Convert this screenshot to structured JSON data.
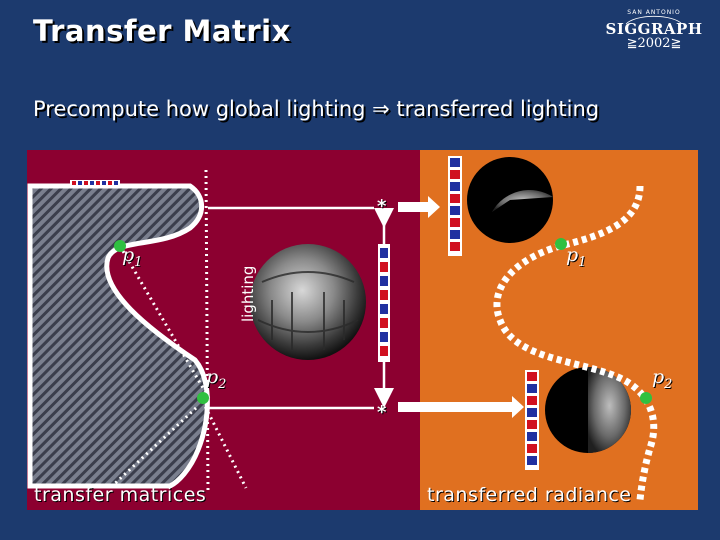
{
  "slide": {
    "title": "Transfer Matrix",
    "subtitle": "Precompute how global lighting ⇒ transferred lighting"
  },
  "logo": {
    "small_text": "SAN ANTONIO",
    "word": "SIGGRAPH",
    "year": "≧2002≧"
  },
  "labels": {
    "left_panel": "transfer matrices",
    "right_panel": "transferred radiance",
    "lighting": "lighting",
    "p1_left": "p",
    "p1_left_sub": "1",
    "p2_left": "p",
    "p2_left_sub": "2",
    "p1_right": "p",
    "p1_right_sub": "1",
    "p2_right": "p",
    "p2_right_sub": "2",
    "star_top": "*",
    "star_bottom": "*"
  },
  "colors": {
    "background": "#1c3a6e",
    "left_panel": "#8c0030",
    "right_panel": "#e07020",
    "point": "#30c040",
    "vector_red": "#d01020",
    "vector_blue": "#2030a0"
  }
}
